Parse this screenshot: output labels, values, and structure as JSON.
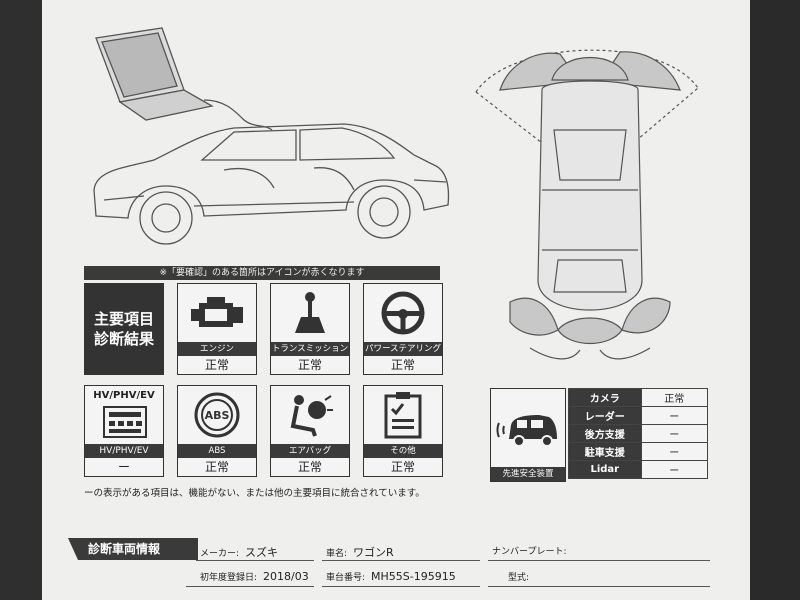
{
  "notice": "※「要確認」のある箇所はアイコンが赤くなります",
  "summary": {
    "line1": "主要項目",
    "line2": "診断結果"
  },
  "tiles": [
    {
      "name": "エンジン",
      "result": "正常",
      "icon": "engine-icon"
    },
    {
      "name": "トランスミッション",
      "result": "正常",
      "icon": "gear-shift-icon"
    },
    {
      "name": "パワーステアリング",
      "result": "正常",
      "icon": "steering-wheel-icon"
    },
    {
      "name": "ABS",
      "result": "正常",
      "icon": "abs-icon",
      "icon_text": "ABS"
    },
    {
      "name": "エアバッグ",
      "result": "正常",
      "icon": "airbag-icon"
    },
    {
      "name": "その他",
      "result": "正常",
      "icon": "checklist-icon"
    }
  ],
  "hv": {
    "title": "HV/PHV/EV",
    "name": "HV/PHV/EV",
    "result": "ー"
  },
  "footnote": "ーの表示がある項目は、機能がない、または他の主要項目に統合されています。",
  "adas": {
    "label": "先進安全装置",
    "rows": [
      {
        "key": "カメラ",
        "value": "正常"
      },
      {
        "key": "レーダー",
        "value": "ー"
      },
      {
        "key": "後方支援",
        "value": "ー"
      },
      {
        "key": "駐車支援",
        "value": "ー"
      },
      {
        "key": "Lidar",
        "value": "ー"
      }
    ]
  },
  "vehicle_info": {
    "heading": "診断車両情報",
    "maker_label": "メーカー:",
    "maker": "スズキ",
    "model_label": "車名:",
    "model": "ワゴンR",
    "plate_label": "ナンバープレート:",
    "plate": "",
    "reg_label": "初年度登録日:",
    "reg": "2018/03",
    "chassis_label": "車台番号:",
    "chassis": "MH55S-195915",
    "type_label": "型式:",
    "type": ""
  }
}
